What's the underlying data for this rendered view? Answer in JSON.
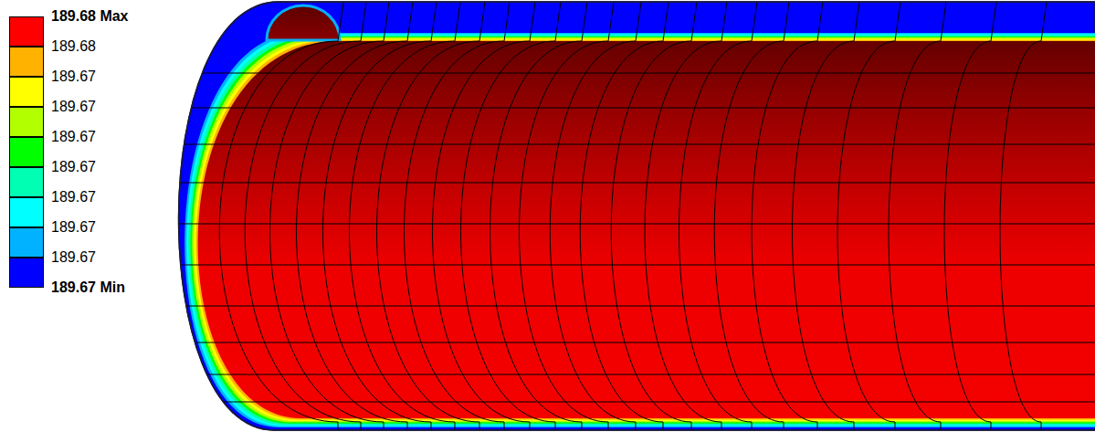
{
  "diagram": {
    "labels": [
      "189.67 Min"
    ],
    "legend": [
      {
        "text": "189.68 Max",
        "color": "#ff0000"
      },
      {
        "text": "189.68",
        "color": "#ffb200"
      },
      {
        "text": "189.67",
        "color": "#ffff00"
      },
      {
        "text": "189.67",
        "color": "#b2ff00"
      },
      {
        "text": "189.67",
        "color": "#00ff00"
      },
      {
        "text": "189.67",
        "color": "#00ffb2"
      },
      {
        "text": "189.67",
        "color": "#00ffff"
      },
      {
        "text": "189.67",
        "color": "#00b2ff"
      },
      {
        "text": "189.67",
        "color": "#0000ff"
      }
    ]
  }
}
